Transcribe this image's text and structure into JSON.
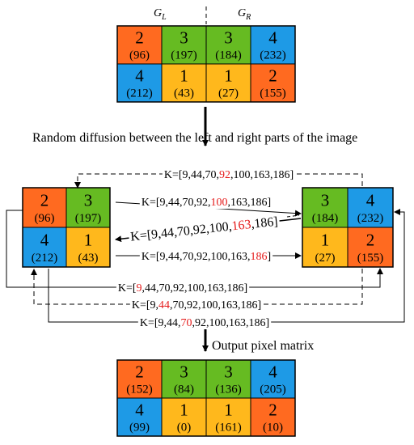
{
  "labels": {
    "gl_main": "G",
    "gl_sub": "L",
    "gr_main": "G",
    "gr_sub": "R"
  },
  "caption_top": "Random diffusion between the left and right parts of the image",
  "caption_output": "Output pixel matrix",
  "colors": {
    "orange": "#FF6A20",
    "green": "#66BB22",
    "blue": "#1E9AE6",
    "yellow": "#FFB81C",
    "highlight": "#E51B1B"
  },
  "top_matrix": [
    [
      {
        "n": "2",
        "v": "(96)",
        "c": "orange"
      },
      {
        "n": "3",
        "v": "(197)",
        "c": "green"
      },
      {
        "n": "3",
        "v": "(184)",
        "c": "green"
      },
      {
        "n": "4",
        "v": "(232)",
        "c": "blue"
      }
    ],
    [
      {
        "n": "4",
        "v": "(212)",
        "c": "blue"
      },
      {
        "n": "1",
        "v": "(43)",
        "c": "yellow"
      },
      {
        "n": "1",
        "v": "(27)",
        "c": "yellow"
      },
      {
        "n": "2",
        "v": "(155)",
        "c": "orange"
      }
    ]
  ],
  "left_block": [
    [
      {
        "n": "2",
        "v": "(96)",
        "c": "orange"
      },
      {
        "n": "3",
        "v": "(197)",
        "c": "green"
      }
    ],
    [
      {
        "n": "4",
        "v": "(212)",
        "c": "blue"
      },
      {
        "n": "1",
        "v": "(43)",
        "c": "yellow"
      }
    ]
  ],
  "right_block": [
    [
      {
        "n": "3",
        "v": "(184)",
        "c": "green"
      },
      {
        "n": "4",
        "v": "(232)",
        "c": "blue"
      }
    ],
    [
      {
        "n": "1",
        "v": "(27)",
        "c": "yellow"
      },
      {
        "n": "2",
        "v": "(155)",
        "c": "orange"
      }
    ]
  ],
  "bottom_matrix": [
    [
      {
        "n": "2",
        "v": "(152)",
        "c": "orange"
      },
      {
        "n": "3",
        "v": "(84)",
        "c": "green"
      },
      {
        "n": "3",
        "v": "(136)",
        "c": "green"
      },
      {
        "n": "4",
        "v": "(205)",
        "c": "blue"
      }
    ],
    [
      {
        "n": "4",
        "v": "(99)",
        "c": "blue"
      },
      {
        "n": "1",
        "v": "(0)",
        "c": "yellow"
      },
      {
        "n": "1",
        "v": "(161)",
        "c": "yellow"
      },
      {
        "n": "2",
        "v": "(10)",
        "c": "orange"
      }
    ]
  ],
  "keys": [
    {
      "name": "key-dashed-top",
      "prefix": "K=[",
      "items": [
        "9",
        "44",
        "70",
        "92",
        "100",
        "163",
        "186"
      ],
      "highlight": 3,
      "suffix": "]"
    },
    {
      "name": "key-row1",
      "prefix": "K=[",
      "items": [
        "9",
        "44",
        "70",
        "92",
        "100",
        "163",
        "186"
      ],
      "highlight": 4,
      "suffix": "]"
    },
    {
      "name": "key-diagonal",
      "prefix": "K=[",
      "items": [
        "9",
        "44",
        "70",
        "92",
        "100",
        "163",
        "186"
      ],
      "highlight": 5,
      "suffix": "]"
    },
    {
      "name": "key-row2",
      "prefix": "K=[",
      "items": [
        "9",
        "44",
        "70",
        "92",
        "100",
        "163",
        "186"
      ],
      "highlight": 6,
      "suffix": "]"
    },
    {
      "name": "key-bottom-1",
      "prefix": "K=[",
      "items": [
        "9",
        "44",
        "70",
        "92",
        "100",
        "163",
        "186"
      ],
      "highlight": 0,
      "suffix": "]"
    },
    {
      "name": "key-bottom-2",
      "prefix": "K=[",
      "items": [
        "9",
        "44",
        "70",
        "92",
        "100",
        "163",
        "186"
      ],
      "highlight": 1,
      "suffix": "]"
    },
    {
      "name": "key-bottom-3",
      "prefix": "K=[",
      "items": [
        "9",
        "44",
        "70",
        "92",
        "100",
        "163",
        "186"
      ],
      "highlight": 2,
      "suffix": "]"
    }
  ]
}
